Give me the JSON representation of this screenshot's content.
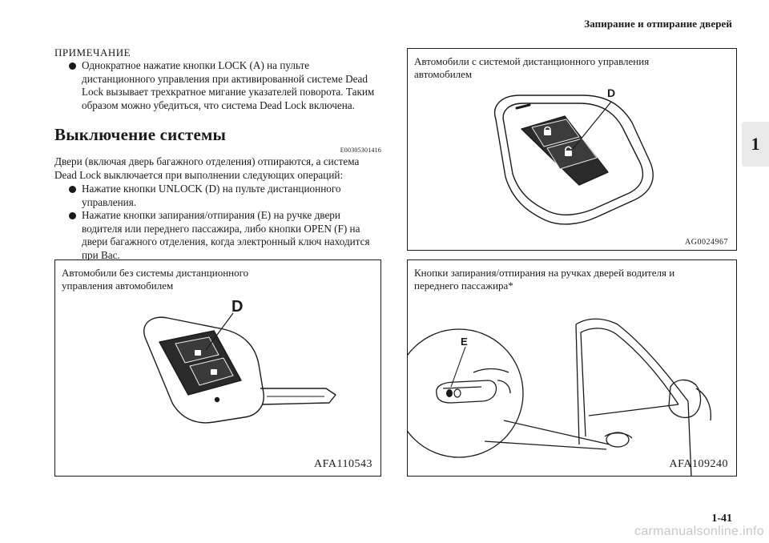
{
  "header": {
    "title": "Запирание и отпирание дверей"
  },
  "chapter_tab": "1",
  "note": {
    "label": "ПРИМЕЧАНИЕ",
    "bullets": [
      "Однократное нажатие кнопки LOCK (A) на пульте дистанционного управления при активированной системе Dead Lock вызывает трехкратное мигание указателей поворота. Таким образом можно убедиться, что система Dead Lock включена."
    ]
  },
  "section": {
    "title": "Выключение системы",
    "code": "E00305301416",
    "intro": "Двери (включая дверь багажного отделения) отпираются, а система Dead Lock выключается при выполнении следующих операций:",
    "bullets": [
      "Нажатие кнопки UNLOCK (D) на пульте дистанционного управления.",
      "Нажатие кнопки запирания/отпирания (E) на ручке двери водителя или переднего пассажира, либо кнопки OPEN (F) на двери багажного отделения, когда электронный ключ находится при Вас."
    ]
  },
  "figures": {
    "remote_keyless": {
      "caption": "Автомобили с системой дистанционного управления автомобилем",
      "label": "D",
      "code": "AG0024967"
    },
    "no_remote": {
      "caption": "Автомобили без системы дистанционного управления автомобилем",
      "label": "D",
      "code": "AFA110543"
    },
    "door_handle": {
      "caption": "Кнопки запирания/отпирания на ручках дверей водителя и переднего пассажира*",
      "label": "E",
      "code": "AFA109240"
    }
  },
  "page_number": "1-41",
  "watermark": "carmanualsonline.info"
}
